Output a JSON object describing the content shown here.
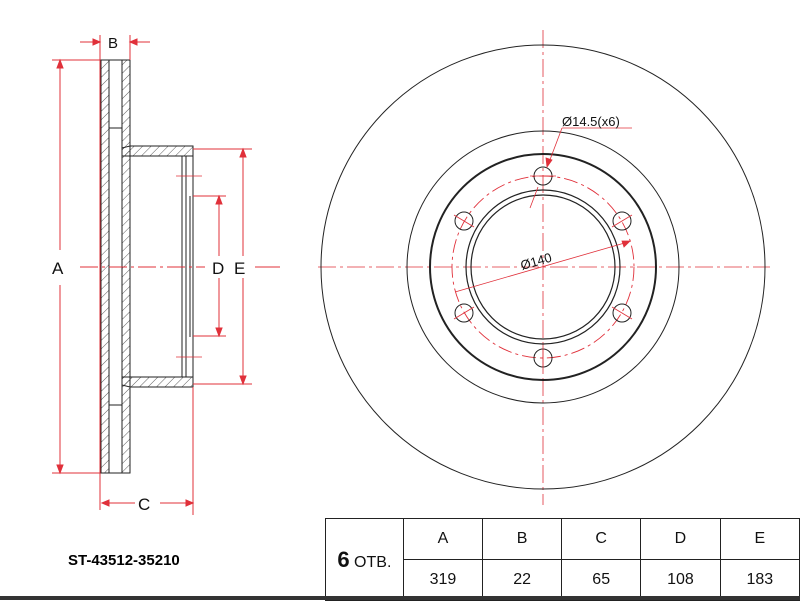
{
  "part_number": "ST-43512-35210",
  "labels": {
    "A": "A",
    "B": "B",
    "C": "C",
    "D": "D",
    "E": "E"
  },
  "annotations": {
    "bolt_hole": "Ø14.5(x6)",
    "bolt_circle": "Ø140"
  },
  "table": {
    "holes_count": "6",
    "holes_suffix": "ОТВ.",
    "headers": [
      "A",
      "B",
      "C",
      "D",
      "E"
    ],
    "values": [
      "319",
      "22",
      "65",
      "108",
      "183"
    ]
  },
  "colors": {
    "dimension": "#e0303a",
    "outline": "#222222"
  }
}
